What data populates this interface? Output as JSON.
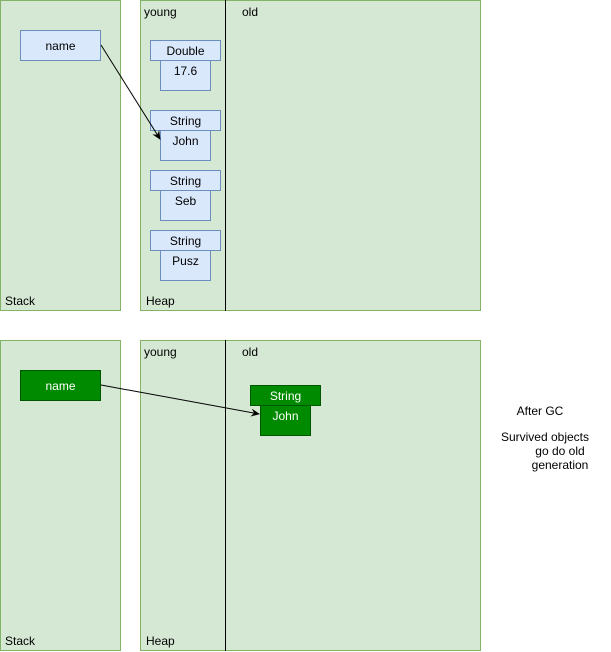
{
  "top": {
    "stack_label": "Stack",
    "heap_label": "Heap",
    "young_label": "young",
    "old_label": "old",
    "name_label": "name",
    "objects": [
      {
        "type": "Double",
        "value": "17.6"
      },
      {
        "type": "String",
        "value": "John"
      },
      {
        "type": "String",
        "value": "Seb"
      },
      {
        "type": "String",
        "value": "Pusz"
      }
    ]
  },
  "bottom": {
    "stack_label": "Stack",
    "heap_label": "Heap",
    "young_label": "young",
    "old_label": "old",
    "name_label": "name",
    "object": {
      "type": "String",
      "value": "John"
    }
  },
  "note": {
    "title": "After GC",
    "lines": [
      "Survived objects",
      "go do old",
      "generation"
    ]
  },
  "colors": {
    "region_fill": "#d5e8d4",
    "region_stroke": "#82b366",
    "object_fill": "#dae8fc",
    "object_stroke": "#6c8ebf",
    "survivor_fill": "#008a00",
    "survivor_stroke": "#005700"
  }
}
